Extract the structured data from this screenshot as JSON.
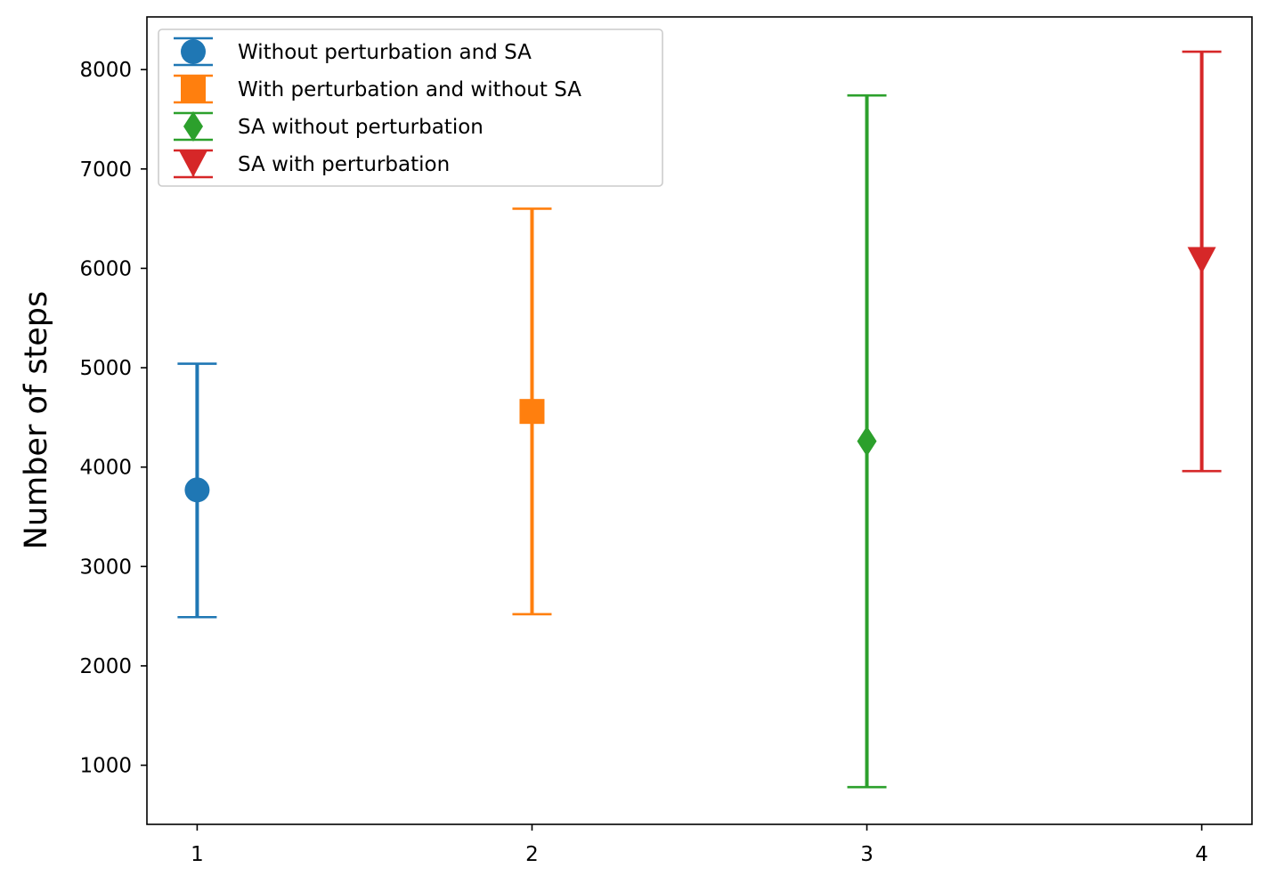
{
  "chart_data": {
    "type": "scatter",
    "subtype": "errorbar",
    "title": "",
    "xlabel": "",
    "ylabel": "Number of steps",
    "xlim": [
      0.85,
      4.15
    ],
    "ylim": [
      405,
      8530
    ],
    "xticks": [
      1,
      2,
      3,
      4
    ],
    "xtick_labels": [
      "1",
      "2",
      "3",
      "4"
    ],
    "yticks": [
      1000,
      2000,
      3000,
      4000,
      5000,
      6000,
      7000,
      8000
    ],
    "ytick_labels": [
      "1000",
      "2000",
      "3000",
      "4000",
      "5000",
      "6000",
      "7000",
      "8000"
    ],
    "grid": false,
    "legend_position": "top-left",
    "series": [
      {
        "name": "Without perturbation and SA",
        "x": 1,
        "y": 3770,
        "y_low": 2490,
        "y_high": 5040,
        "color": "#1f77b4",
        "marker": "circle"
      },
      {
        "name": "With perturbation and without SA",
        "x": 2,
        "y": 4560,
        "y_low": 2520,
        "y_high": 6600,
        "color": "#ff7f0e",
        "marker": "square"
      },
      {
        "name": "SA without perturbation",
        "x": 3,
        "y": 4260,
        "y_low": 780,
        "y_high": 7740,
        "color": "#2ca02c",
        "marker": "thin-diamond"
      },
      {
        "name": "SA with perturbation",
        "x": 4,
        "y": 6080,
        "y_low": 3960,
        "y_high": 8180,
        "color": "#d62728",
        "marker": "triangle-down"
      }
    ]
  }
}
